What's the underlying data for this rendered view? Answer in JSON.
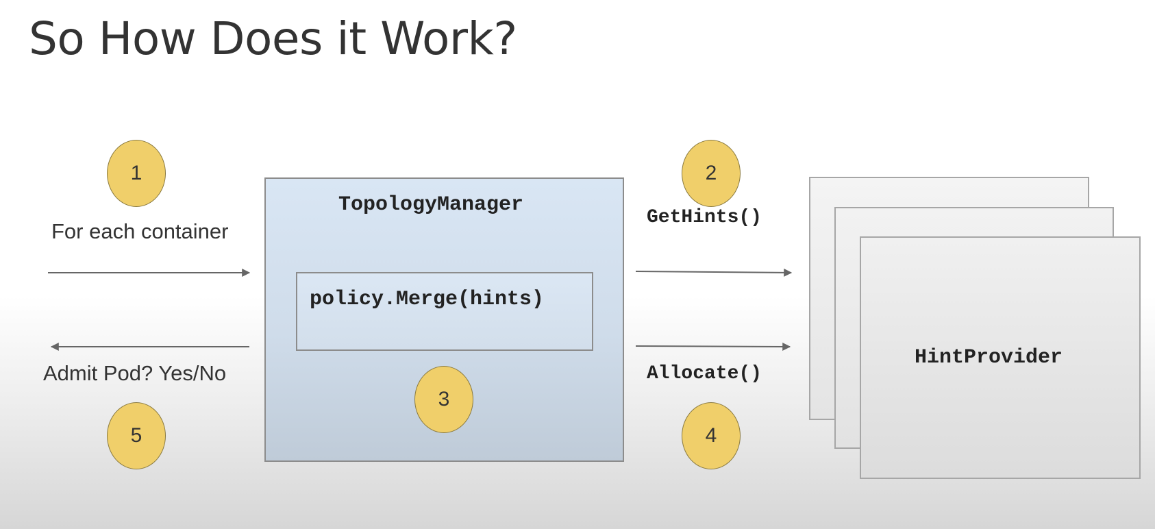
{
  "slide": {
    "title": "So How Does it Work?"
  },
  "diagram": {
    "steps": [
      "1",
      "2",
      "3",
      "4",
      "5"
    ],
    "left": {
      "request_label": "For each container",
      "response_label": "Admit Pod? Yes/No"
    },
    "topology_manager": {
      "name": "TopologyManager",
      "merge_call": "policy.Merge(hints)"
    },
    "right": {
      "get_hints_call": "GetHints()",
      "allocate_call": "Allocate()"
    },
    "hint_provider": {
      "name": "HintProvider"
    }
  },
  "colors": {
    "badge_fill": "#f0cf6a",
    "manager_fill": "#d9e6f4",
    "arrow": "#666666"
  }
}
